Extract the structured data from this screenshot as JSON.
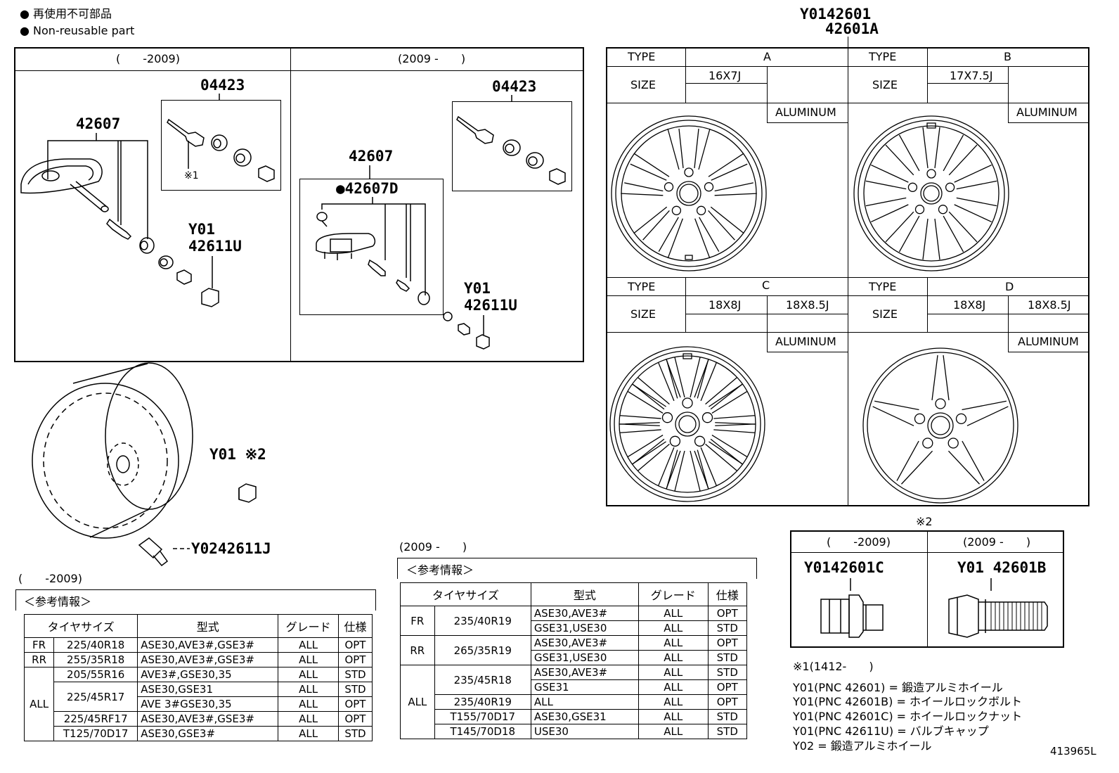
{
  "legend": {
    "line_jp": "● 再使用不可部品",
    "line_en": "● Non-reusable part"
  },
  "top_left_panel": {
    "header_left": "(　　-2009)",
    "header_right": "(2009 -　　)",
    "left": {
      "valve_kit_pn": "04423",
      "sensor_pn": "42607",
      "note_mark": "※1",
      "cap_y": "Y01",
      "cap_pn": "42611U"
    },
    "right": {
      "valve_kit_pn": "04423",
      "sensor_pn": "42607",
      "sensor_sub_pn": "●42607D",
      "cap_y": "Y01",
      "cap_pn": "42611U"
    }
  },
  "wheel_panel": {
    "top_label_1": "Y0142601",
    "top_label_2": "42601A",
    "type_label": "TYPE",
    "size_label": "SIZE",
    "material": "ALUMINUM",
    "types": [
      {
        "type": "A",
        "sizes": [
          "16X7J",
          ""
        ]
      },
      {
        "type": "B",
        "sizes": [
          "17X7.5J",
          ""
        ]
      },
      {
        "type": "C",
        "sizes": [
          "18X8J",
          "18X8.5J"
        ]
      },
      {
        "type": "D",
        "sizes": [
          "18X8J",
          "18X8.5J"
        ]
      }
    ]
  },
  "tire_section": {
    "nut_label": "Y01 ※2",
    "valve_label": "Y0242611J"
  },
  "nut_panel": {
    "note_mark": "※2",
    "header_left": "(　　-2009)",
    "header_right": "(2009 -　　)",
    "left_pn": "Y0142601C",
    "right_pn": "Y01 42601B"
  },
  "notes": {
    "title": "※1(1412-　　)",
    "lines": [
      "Y01(PNC 42601) = 鍛造アルミホイール",
      "Y01(PNC 42601B) = ホイールロックボルト",
      "Y01(PNC 42601C) = ホイールロックナット",
      "Y01(PNC 42611U) = バルブキャップ",
      "Y02 = 鍛造アルミホイール"
    ]
  },
  "table_left": {
    "period": "(　　-2009)",
    "title": "＜参考情報＞",
    "headers": [
      "タイヤサイズ",
      "型式",
      "グレード",
      "仕様"
    ],
    "rows": [
      {
        "pos": "FR",
        "size": "225/40R18",
        "model": "ASE30,AVE3#,GSE3#",
        "grade": "ALL",
        "spec": "OPT"
      },
      {
        "pos": "RR",
        "size": "255/35R18",
        "model": "ASE30,AVE3#,GSE3#",
        "grade": "ALL",
        "spec": "OPT"
      },
      {
        "pos": "ALL",
        "size": "205/55R16",
        "model": "AVE3#,GSE30,35",
        "grade": "ALL",
        "spec": "STD"
      },
      {
        "pos": "",
        "size": "225/45R17",
        "model": "ASE30,GSE31",
        "grade": "ALL",
        "spec": "STD"
      },
      {
        "pos": "",
        "size": "",
        "model": "AVE 3#GSE30,35",
        "grade": "ALL",
        "spec": "OPT"
      },
      {
        "pos": "",
        "size": "225/45RF17",
        "model": "ASE30,AVE3#,GSE3#",
        "grade": "ALL",
        "spec": "OPT"
      },
      {
        "pos": "",
        "size": "T125/70D17",
        "model": "ASE30,GSE3#",
        "grade": "ALL",
        "spec": "STD"
      }
    ]
  },
  "table_right": {
    "period": "(2009 -　　)",
    "title": "＜参考情報＞",
    "headers": [
      "タイヤサイズ",
      "型式",
      "グレード",
      "仕様"
    ],
    "rows": [
      {
        "pos": "FR",
        "size": "235/40R19",
        "model": "ASE30,AVE3#",
        "grade": "ALL",
        "spec": "OPT"
      },
      {
        "pos": "",
        "size": "",
        "model": "GSE31,USE30",
        "grade": "ALL",
        "spec": "STD"
      },
      {
        "pos": "RR",
        "size": "265/35R19",
        "model": "ASE30,AVE3#",
        "grade": "ALL",
        "spec": "OPT"
      },
      {
        "pos": "",
        "size": "",
        "model": "GSE31,USE30",
        "grade": "ALL",
        "spec": "STD"
      },
      {
        "pos": "ALL",
        "size": "235/45R18",
        "model": "ASE30,AVE3#",
        "grade": "ALL",
        "spec": "STD"
      },
      {
        "pos": "",
        "size": "",
        "model": "GSE31",
        "grade": "ALL",
        "spec": "OPT"
      },
      {
        "pos": "",
        "size": "235/40R19",
        "model": "ALL",
        "grade": "ALL",
        "spec": "OPT"
      },
      {
        "pos": "",
        "size": "T155/70D17",
        "model": "ASE30,GSE31",
        "grade": "ALL",
        "spec": "STD"
      },
      {
        "pos": "",
        "size": "T145/70D18",
        "model": "USE30",
        "grade": "ALL",
        "spec": "STD"
      }
    ]
  },
  "figure_id": "413965L"
}
